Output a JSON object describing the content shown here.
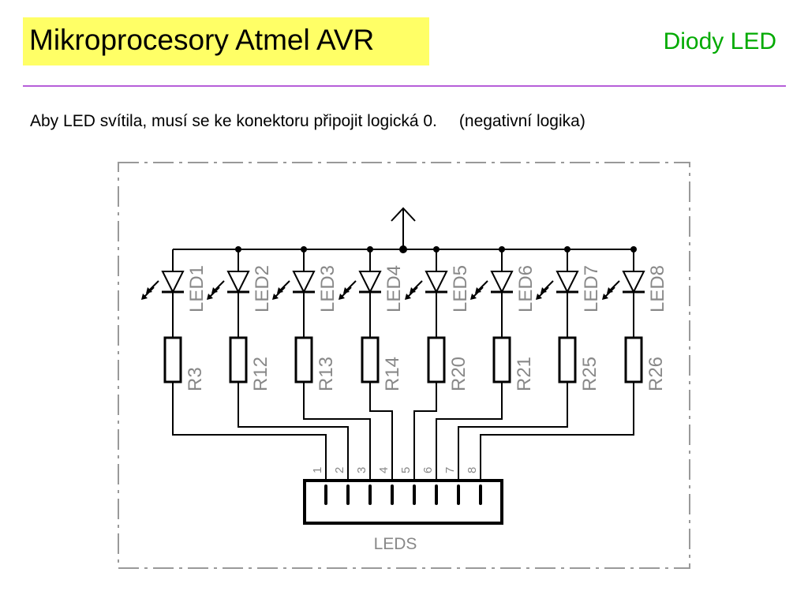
{
  "header": {
    "title": "Mikroprocesory Atmel AVR",
    "section": "Diody LED"
  },
  "description": {
    "main": "Aby LED svítila, musí se ke konektoru připojit logická 0.",
    "note": "(negativní logika)"
  },
  "schematic": {
    "leds": [
      "LED1",
      "LED2",
      "LED3",
      "LED4",
      "LED5",
      "LED6",
      "LED7",
      "LED8"
    ],
    "resistors": [
      "R3",
      "R12",
      "R13",
      "R14",
      "R20",
      "R21",
      "R25",
      "R26"
    ],
    "pins": [
      "1",
      "2",
      "3",
      "4",
      "5",
      "6",
      "7",
      "8"
    ],
    "connector": "LEDS"
  },
  "colors": {
    "title_bg": "#ffff66",
    "section_text": "#00aa00",
    "rule": "#b65fd9",
    "label": "#888888"
  }
}
